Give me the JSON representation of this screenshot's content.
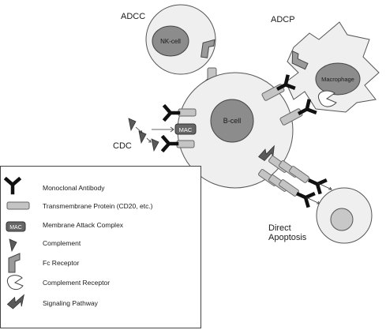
{
  "labels": {
    "adcc": "ADCC",
    "adcp": "ADCP",
    "cdc": "CDC",
    "direct_apoptosis_line1": "Direct",
    "direct_apoptosis_line2": "Apoptosis"
  },
  "cells": {
    "nk_cell": "NK-cell",
    "macrophage": "Macrophage",
    "b_cell": "B-cell"
  },
  "mac_label": "MAC",
  "legend": {
    "items": [
      {
        "icon": "monoclonal-antibody",
        "label": "Monoclonal Antibody"
      },
      {
        "icon": "transmembrane-protein",
        "label": "Transmembrane Protein (CD20, etc.)"
      },
      {
        "icon": "mac",
        "label": "Membrane Attack Complex"
      },
      {
        "icon": "complement",
        "label": "Complement"
      },
      {
        "icon": "fc-receptor",
        "label": "Fc Receptor"
      },
      {
        "icon": "complement-receptor",
        "label": "Complement Receptor"
      },
      {
        "icon": "signaling-pathway",
        "label": "Signaling Pathway"
      }
    ]
  },
  "colors": {
    "cell_fill": "#efefef",
    "nucleus_fill": "#8c8c8c",
    "nucleus_light": "#c8c8c8",
    "protein_fill": "#c4c4c4",
    "dark_shape": "#555555",
    "antibody": "#111111"
  }
}
